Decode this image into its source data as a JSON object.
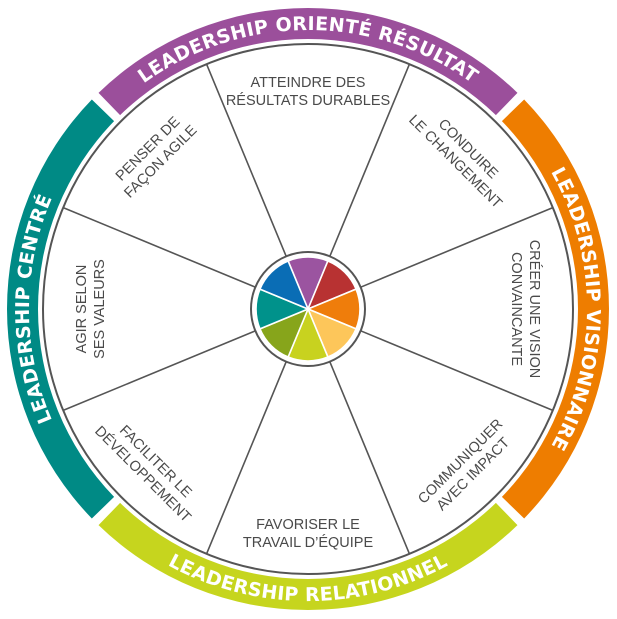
{
  "diagram": {
    "title": "Leadership wheel",
    "bands": [
      {
        "id": "resultat",
        "label": "LEADERSHIP ORIENTÉ RÉSULTAT",
        "color": "#9b4f9b",
        "position": "top"
      },
      {
        "id": "visionnaire",
        "label": "LEADERSHIP VISIONNAIRE",
        "color": "#ee7d00",
        "position": "right"
      },
      {
        "id": "relationnel",
        "label": "LEADERSHIP RELATIONNEL",
        "color": "#c6d51e",
        "position": "bottom"
      },
      {
        "id": "centre",
        "label": "LEADERSHIP CENTRÉ",
        "color": "#008a85",
        "position": "left"
      }
    ],
    "sectors": [
      {
        "id": "atteindre",
        "lines": [
          "ATTEINDRE DES",
          "RÉSULTATS DURABLES"
        ],
        "color": "#9b54a0"
      },
      {
        "id": "conduire",
        "lines": [
          "CONDUIRE",
          "LE CHANGEMENT"
        ],
        "color": "#b83232"
      },
      {
        "id": "creer",
        "lines": [
          "CRÉER UNE VISION",
          "CONVAINCANTE"
        ],
        "color": "#ef7d0b"
      },
      {
        "id": "communiquer",
        "lines": [
          "COMMUNIQUER",
          "AVEC IMPACT"
        ],
        "color": "#fdc65a"
      },
      {
        "id": "favoriser",
        "lines": [
          "FAVORISER LE",
          "TRAVAIL D’ÉQUIPE"
        ],
        "color": "#c8d21f"
      },
      {
        "id": "faciliter",
        "lines": [
          "FACILITER LE",
          "DÉVELOPPEMENT"
        ],
        "color": "#87a51b"
      },
      {
        "id": "agir",
        "lines": [
          "AGIR SELON",
          "SES VALEURS"
        ],
        "color": "#00928b"
      },
      {
        "id": "penser",
        "lines": [
          "PENSER DE",
          "FAÇON AGILE"
        ],
        "color": "#0a6db5"
      }
    ]
  }
}
